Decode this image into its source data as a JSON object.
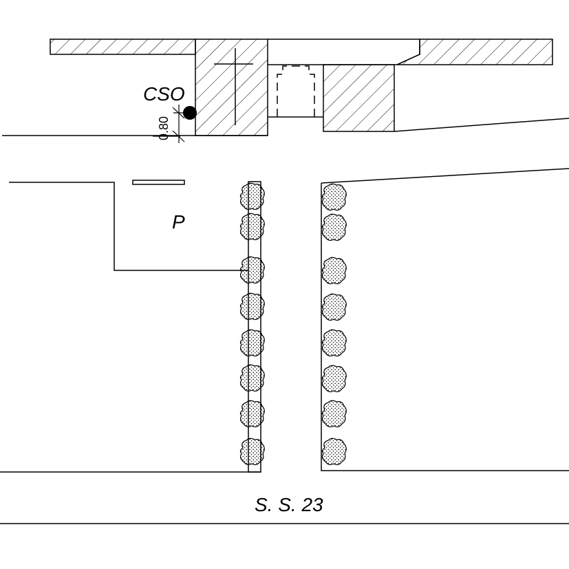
{
  "labels": {
    "cso": "CSO",
    "dimension": "0.80",
    "parking": "P",
    "road": "S. S. 23"
  },
  "trees": {
    "left_row_count": 8,
    "right_row_count": 8
  },
  "colors": {
    "line": "#000000",
    "background": "#ffffff"
  }
}
